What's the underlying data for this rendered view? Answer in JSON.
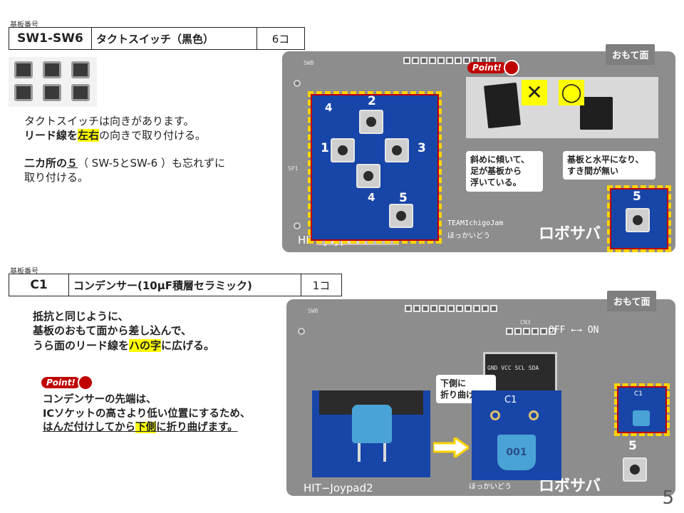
{
  "section1": {
    "board_number_label": "基板番号",
    "code": "SW1-SW6",
    "name": "タクトスイッチ（黒色）",
    "qty": "6コ",
    "desc_line1": "タクトスイッチは向きがあります。",
    "desc_line2_pre": "リード線を",
    "desc_line2_hl": "左右",
    "desc_line2_post": "の向きで取り付ける。",
    "desc_line3_pre": "二カ所の",
    "desc_line3_num": "５",
    "desc_line3_post": "（ SW-5とSW-6 ）も忘れずに",
    "desc_line4": "取り付ける。",
    "side_tag": "おもて面",
    "point_label": "Point!",
    "mark_bad": "✕",
    "mark_good": "◯",
    "note_bad": [
      "斜めに傾いて、",
      "足が基板から",
      "浮いている。"
    ],
    "note_good": [
      "基板と水平になり、",
      "すき間が無い"
    ],
    "sw_numbers": [
      "2",
      "1",
      "3",
      "4",
      "5",
      "4",
      "5"
    ],
    "board_silk_team": "TEAMIchigoJam",
    "board_silk_hokkaido": "ほっかいどう",
    "board_silk_name": "HIT−Joypad2",
    "board_silk_logo": "ロボサバ"
  },
  "section2": {
    "board_number_label": "基板番号",
    "code": "C1",
    "name": "コンデンサー(10μF積層セラミック)",
    "qty": "1コ",
    "desc_line1": "抵抗と同じように、",
    "desc_line2": "基板のおもて面から差し込んで、",
    "desc_line3_pre": "うら面のリード線を",
    "desc_line3_hl": "ハの字",
    "desc_line3_post": "に広げる。",
    "point_label": "Point!",
    "point_line1": "コンデンサーの先端は、",
    "point_line2": "ICソケットの高さより低い位置にするため、",
    "point_line3_pre": "はんだ付けしてから",
    "point_line3_hl": "下側",
    "point_line3_post": "に折り曲げます。",
    "side_tag": "おもて面",
    "bend_note": [
      "下側に",
      "折り曲げる"
    ],
    "silk_cn3": "CN3",
    "silk_off_on": "OFF ←→ ON",
    "silk_gnd": "GND VCC SCL SDA",
    "silk_c1": "C1",
    "cap_mark": "001",
    "board_silk_name": "HIT−Joypad2",
    "board_silk_hokkaido": "ほっかいどう",
    "board_silk_logo": "ロボサバ",
    "sw_number": "5"
  },
  "page_number": "5",
  "colors": {
    "highlight": "#ffff00",
    "accent_red": "#c00000",
    "dashed_yellow": "#ffd400",
    "pcb_blue": "#1846a8",
    "board_gray": "#8d8d8d",
    "tag_gray": "#7f7f7f",
    "cap_blue": "#4aa3d6"
  }
}
